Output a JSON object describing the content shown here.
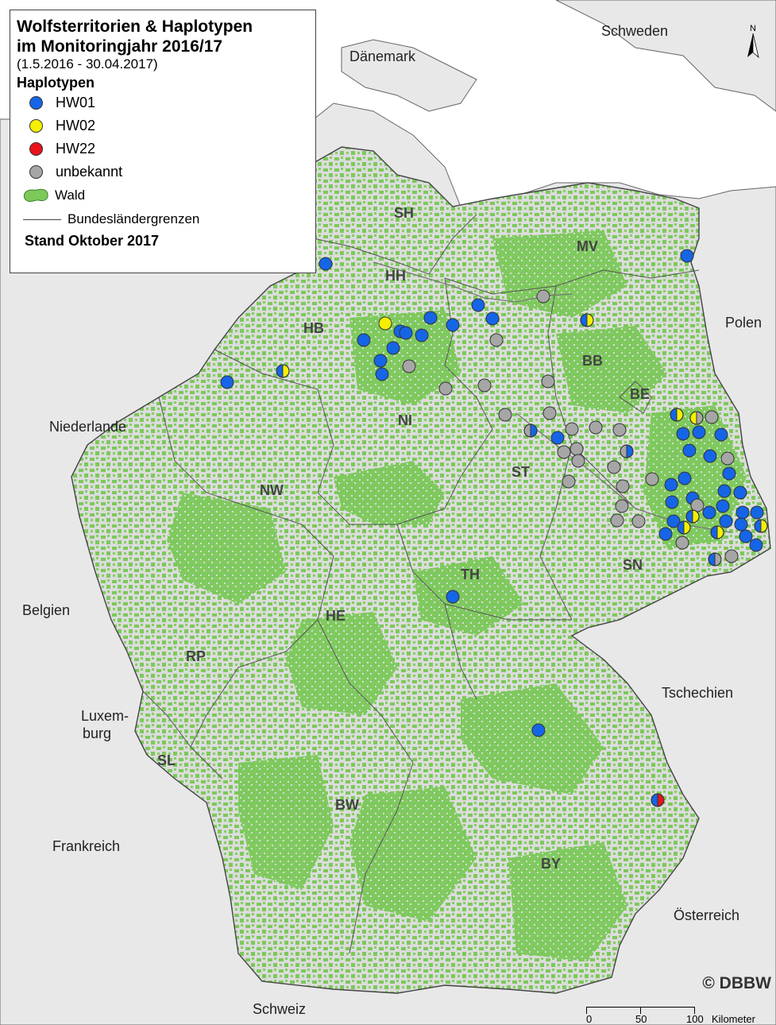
{
  "legend": {
    "title_line1": "Wolfsterritorien & Haplotypen",
    "title_line2": "im Monitoringjahr 2016/17",
    "period": "(1.5.2016 - 30.04.2017)",
    "haplotypes_heading": "Haplotypen",
    "items": [
      {
        "label": "HW01",
        "color": "#1565e6"
      },
      {
        "label": "HW02",
        "color": "#f5f000"
      },
      {
        "label": "HW22",
        "color": "#e8121a"
      },
      {
        "label": "unbekannt",
        "color": "#a6a6a6"
      }
    ],
    "forest_label": "Wald",
    "border_label": "Bundesländergrenzen",
    "status": "Stand Oktober 2017"
  },
  "colors": {
    "forest": "#7cc95a",
    "land": "#dcdcdc",
    "sea": "#ffffff",
    "border": "#555555"
  },
  "countries": {
    "schweden": "Schweden",
    "daenemark": "Dänemark",
    "polen": "Polen",
    "niederlande": "Niederlande",
    "belgien": "Belgien",
    "luxemburg_1": "Luxem-",
    "luxemburg_2": "burg",
    "frankreich": "Frankreich",
    "tschechien": "Tschechien",
    "oesterreich": "Österreich",
    "schweiz": "Schweiz"
  },
  "states": {
    "sh": "SH",
    "hh": "HH",
    "mv": "MV",
    "hb": "HB",
    "bb": "BB",
    "be": "BE",
    "ni": "NI",
    "st": "ST",
    "nw": "NW",
    "sn": "SN",
    "th": "TH",
    "he": "HE",
    "rp": "RP",
    "sl": "SL",
    "bw": "BW",
    "by": "BY"
  },
  "copyright": "© DBBW",
  "scale": {
    "t0": "0",
    "t50": "50",
    "t100": "100",
    "unit": "Kilometer"
  },
  "north": "N"
}
